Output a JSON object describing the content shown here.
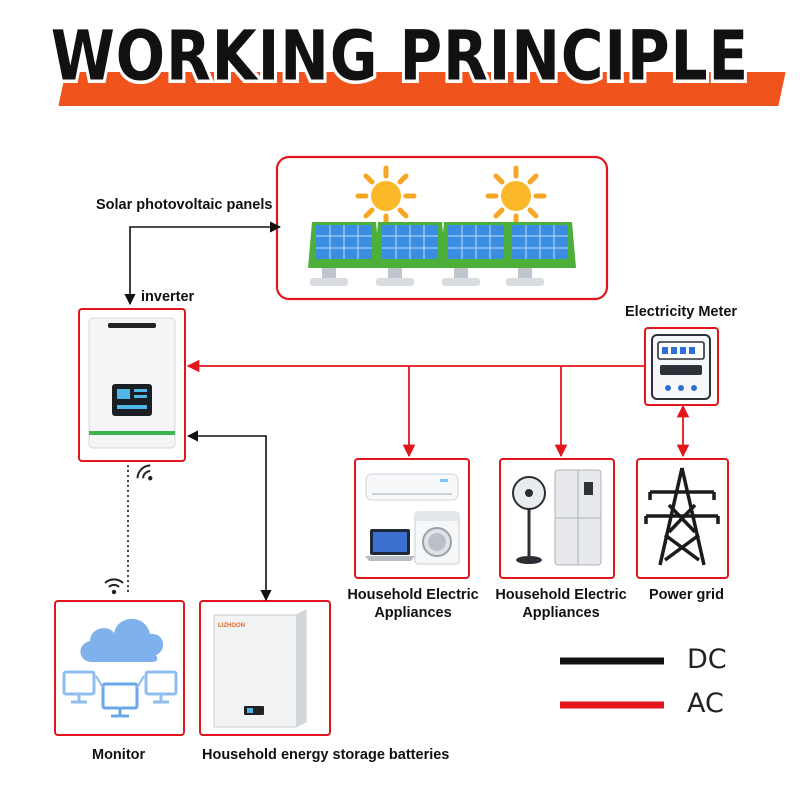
{
  "title": "WORKING PRINCIPLE",
  "nodes": {
    "solar": {
      "label": "Solar photovoltaic panels"
    },
    "inverter": {
      "label": "inverter"
    },
    "meter": {
      "label": "Electricity Meter"
    },
    "appliances_1": {
      "label_line1": "Household Electric",
      "label_line2": "Appliances"
    },
    "appliances_2": {
      "label_line1": "Household Electric",
      "label_line2": "Appliances"
    },
    "grid": {
      "label": "Power grid"
    },
    "monitor": {
      "label": "Monitor"
    },
    "battery": {
      "label": "Household energy storage batteries",
      "brand": "LIZHOON"
    }
  },
  "legend": [
    {
      "label": "DC",
      "color": "#111111"
    },
    {
      "label": "AC",
      "color": "#e3141b"
    }
  ],
  "colors": {
    "accent": "#f0531c",
    "frame": "#e3141b",
    "dc": "#111111",
    "ac": "#e3141b"
  }
}
